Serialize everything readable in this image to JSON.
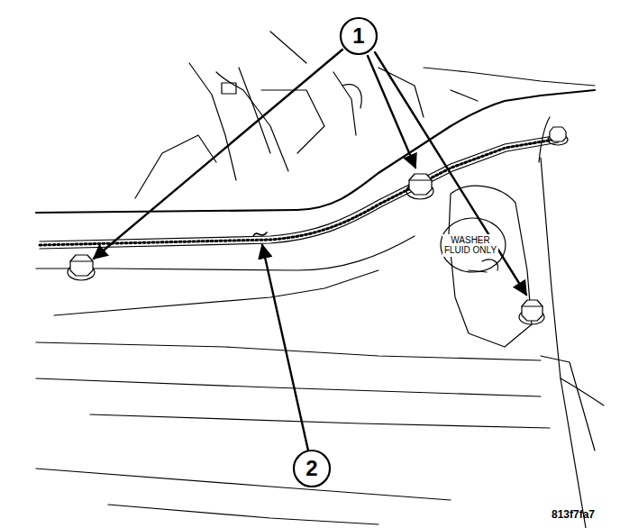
{
  "diagram": {
    "labels": [
      "1",
      "2",
      "WASHER FLUID ONLY",
      "813f7fa7"
    ]
  }
}
